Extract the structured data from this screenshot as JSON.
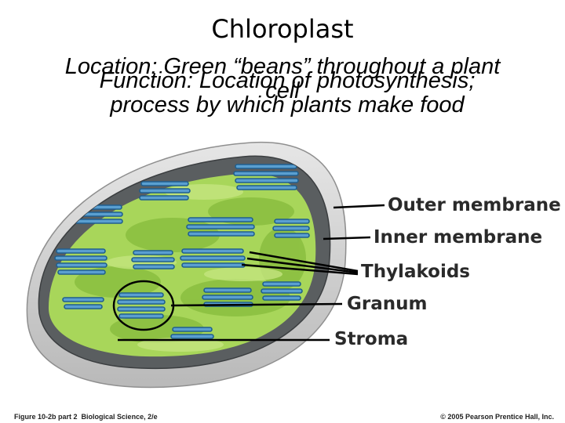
{
  "title": "Chloroplast",
  "location_text": "Location: Green “beans” throughout a plant cell",
  "function_lines": [
    "Function: Location of photosynthesis;",
    "process by which plants make food"
  ],
  "labels": {
    "outer_membrane": "Outer membrane",
    "inner_membrane": "Inner membrane",
    "thylakoids": "Thylakoids",
    "granum": "Granum",
    "stroma": "Stroma"
  },
  "caption": {
    "figure": "Figure 10-2b part 2",
    "book": "Biological Science, 2/e",
    "copyright": "© 2005 Pearson Prentice Hall, Inc."
  },
  "colors": {
    "outer_shell": "#cfcfcf",
    "inner_dark": "#5a5e60",
    "stroma_green": "#a8d65a",
    "thylakoid_fill": "#5a9fd0",
    "thylakoid_edge": "#1f5f8f"
  }
}
